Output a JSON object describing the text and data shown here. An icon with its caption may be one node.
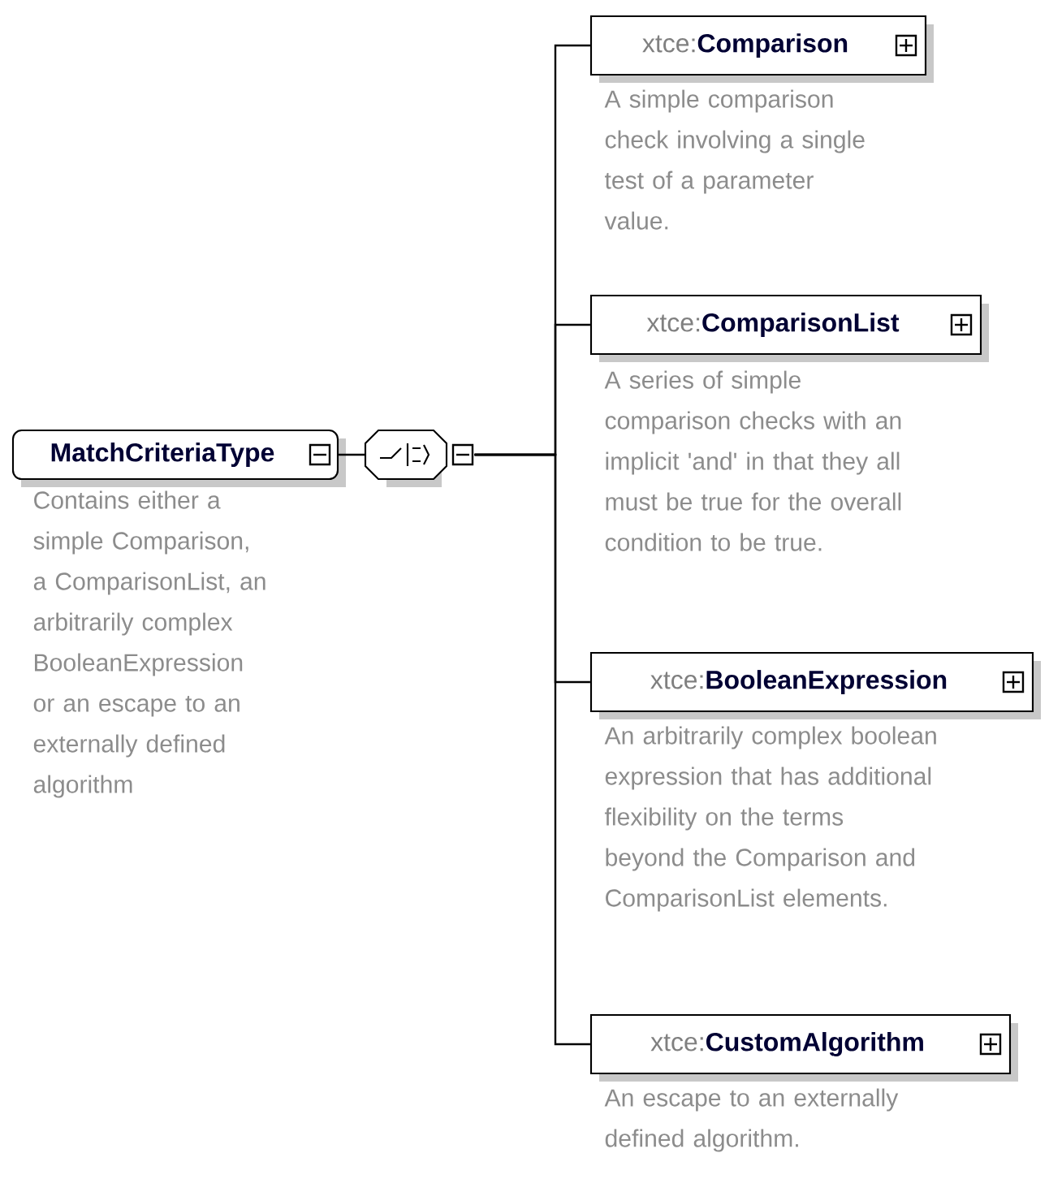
{
  "diagram": {
    "nodes": [
      {
        "text": [
          "MatchCriteriaType"
        ],
        "beside": [
          "Contains either a simple Comparison, a ComparisonList, an arbitrarily complex BooleanExpression or an escape to an externally defined algorithm"
        ]
      },
      {
        "text": [],
        "shape": "octagon"
      },
      {
        "text": [
          "xtce:**Comparison**"
        ],
        "beside": [
          "A simple comparison check involving a single test of a parameter value."
        ]
      },
      {
        "text": [
          "xtce:**ComparisonList**"
        ],
        "beside": [
          "A series of simple comparison checks with an implicit 'and' in that they all must be true for the overall condition to be true."
        ]
      },
      {
        "text": [
          "xtce:**BooleanExpression**"
        ],
        "beside": [
          "An arbitrarily complex boolean expression that has additional flexibility on the terms beyond the Comparison and ComparisonList elements."
        ]
      },
      {
        "text": [
          "xtce:**CustomAlgorithm**"
        ],
        "beside": [
          "An escape to an externally defined algorithm."
        ]
      }
    ],
    "edges": [
      {
        "from": 0,
        "to": 1,
        "arrow": "none"
      },
      {
        "from": 1,
        "to": 2,
        "arrow": "none"
      },
      {
        "from": 1,
        "to": 3,
        "arrow": "none"
      },
      {
        "from": 1,
        "to": 4,
        "arrow": "none"
      },
      {
        "from": 1,
        "to": 5,
        "arrow": "none"
      }
    ]
  }
}
